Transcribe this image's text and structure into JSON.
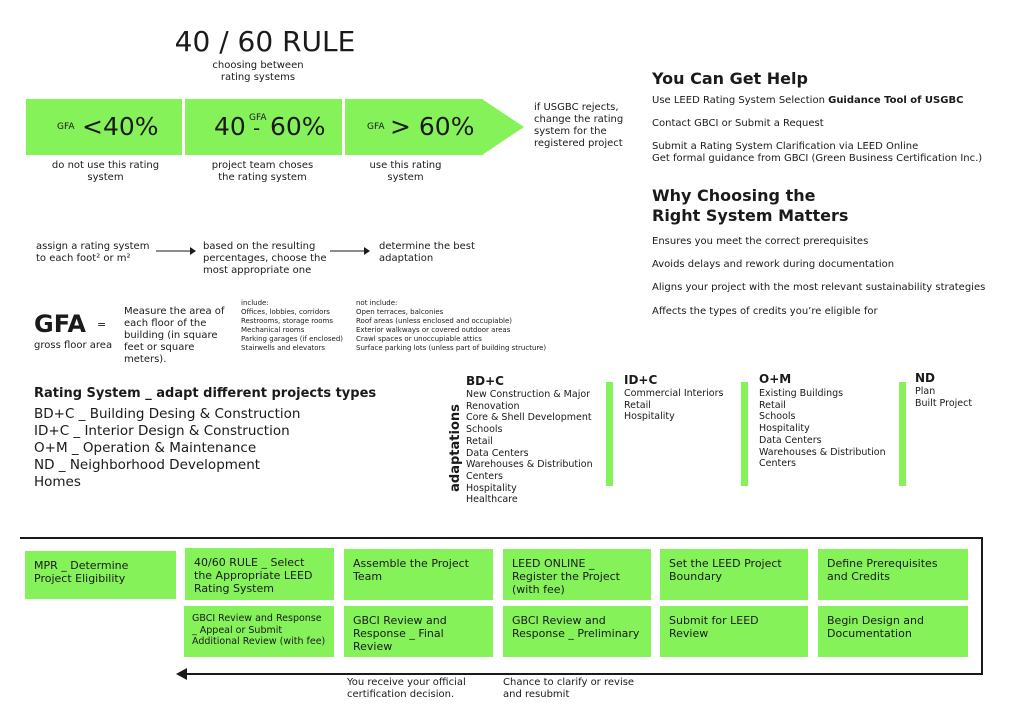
{
  "title": "40 / 60 RULE",
  "subtitle": "choosing between rating systems",
  "ranges": [
    {
      "prefix": "GFA",
      "value": "<40%",
      "caption": "do not use this rating system"
    },
    {
      "prefix": "GFA",
      "value_left": "40",
      "value_dash": "-",
      "value_right": "60%",
      "caption": "project team choses the rating system"
    },
    {
      "prefix": "GFA",
      "value": "> 60%",
      "caption": "use this rating system"
    }
  ],
  "usgbc_note": "if USGBC rejects, change the rating system for the registered project",
  "flow_steps": [
    "assign a rating system to each foot² or m²",
    "based on the resulting percentages, choose the most appropriate one",
    "determine the best adaptation"
  ],
  "gfa": {
    "term": "GFA",
    "equals": "=",
    "full": "gross floor area",
    "definition": "Measure the area of each floor of the building (in square feet or square meters).",
    "include_title": "include:",
    "include": [
      "Offices, lobbies, corridors",
      "Restrooms, storage rooms",
      "Mechanical rooms",
      "Parking garages (if enclosed)",
      "Stairwells and elevators"
    ],
    "exclude_title": "not include:",
    "exclude": [
      "Open terraces, balconies",
      "Roof areas (unless enclosed and occupiable)",
      "Exterior walkways or covered outdoor areas",
      "Crawl spaces or unoccupiable attics",
      "Surface parking lots (unless part of building structure)"
    ]
  },
  "help": {
    "title": "You Can Get Help",
    "item1_prefix": "Use LEED Rating System Selection ",
    "item1_bold": "Guidance Tool of USGBC",
    "item2": "Contact GBCI or  Submit a Request",
    "item3a": "Submit a Rating System Clarification via LEED Online",
    "item3b": "Get formal guidance from GBCI (Green Business Certification Inc.)"
  },
  "why": {
    "title_line1": "Why Choosing the",
    "title_line2": "Right System Matters",
    "items": [
      "Ensures you meet the correct prerequisites",
      "Avoids delays and rework during documentation",
      "Aligns your project with the most relevant sustainability strategies",
      "Affects the types of credits you’re eligible for"
    ]
  },
  "rating": {
    "title": "Rating System _ adapt different projects types",
    "items": [
      "BD+C _ Building Desing & Construction",
      "ID+C _ Interior Design & Construction",
      "O+M _ Operation & Maintenance",
      "ND _ Neighborhood Development",
      "Homes"
    ]
  },
  "adaptations_label": "adaptations",
  "adaptations": [
    {
      "title": "BD+C",
      "items": [
        "New Construction & Major",
        "Renovation",
        "Core & Shell Development",
        "Schools",
        "Retail",
        "Data Centers",
        "Warehouses & Distribution",
        "Centers",
        "Hospitality",
        "Healthcare"
      ]
    },
    {
      "title": "ID+C",
      "items": [
        "Commercial Interiors",
        "Retail",
        "Hospitality"
      ]
    },
    {
      "title": "O+M",
      "items": [
        "Existing Buildings",
        "Retail",
        "Schools",
        "Hospitality",
        "Data Centers",
        "Warehouses & Distribution",
        "Centers"
      ]
    },
    {
      "title": "ND",
      "items": [
        "Plan",
        "Built Project"
      ]
    }
  ],
  "process_row1": [
    "MPR _ Determine Project Eligibility",
    "40/60 RULE _ Select the Appropriate LEED Rating System",
    "Assemble the Project Team",
    "LEED ONLINE _ Register the Project (with fee)",
    "Set the LEED Project Boundary",
    "Define Prerequisites and Credits"
  ],
  "process_row2": [
    "GBCI Review and Response _ Appeal or Submit Additional Review (with fee)",
    "GBCI Review and Response  _ Final Review",
    "GBCI Review and Response  _ Preliminary",
    "Submit for LEED Review",
    "Begin Design and Documentation"
  ],
  "process_notes": [
    "You receive your official certification decision.",
    "Chance to clarify or revise and resubmit"
  ],
  "colors": {
    "accent": "#86f25a",
    "text": "#1a1a1a"
  }
}
